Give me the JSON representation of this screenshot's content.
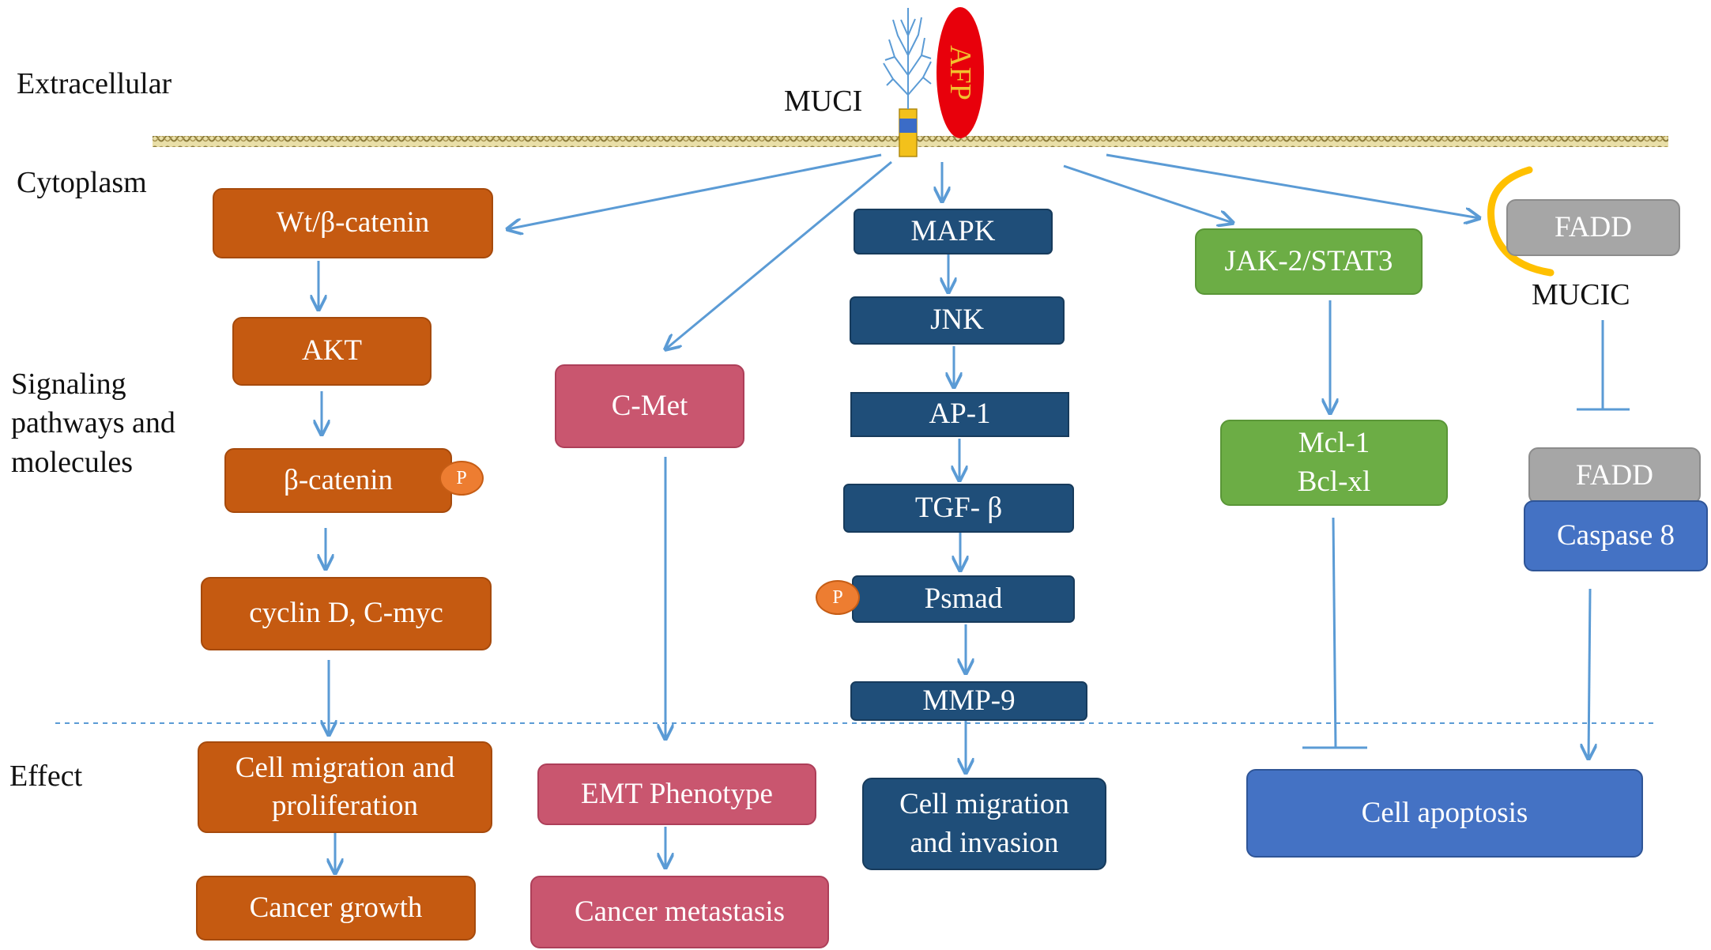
{
  "regions": {
    "extracellular": "Extracellular",
    "cytoplasm": "Cytoplasm",
    "signaling": "Signaling\npathways and\nmolecules",
    "effect": "Effect"
  },
  "receptor": {
    "muc1": "MUCI",
    "afp": "AFP"
  },
  "wnt_path": {
    "wnt": "Wt/β-catenin",
    "akt": "AKT",
    "bcatenin": "β-catenin",
    "p": "P",
    "cyclin": "cyclin D,  C-myc",
    "migration": "Cell migration and\nproliferation",
    "growth": "Cancer growth"
  },
  "cmet_path": {
    "cmet": "C-Met",
    "emt": "EMT Phenotype",
    "metastasis": "Cancer metastasis"
  },
  "mapk_path": {
    "mapk": "MAPK",
    "jnk": "JNK",
    "ap1": "AP-1",
    "tgf": "TGF- β",
    "psmad": "Psmad",
    "p": "P",
    "mmp9": "MMP-9",
    "invasion": "Cell migration\nand invasion"
  },
  "jak_path": {
    "jak": "JAK-2/STAT3",
    "mcl": "Mcl-1\nBcl-xl"
  },
  "fadd_path": {
    "fadd_top": "FADD",
    "mucic": "MUCIC",
    "fadd_bottom": "FADD",
    "caspase": "Caspase 8",
    "apoptosis": "Cell apoptosis"
  },
  "colors": {
    "orange": "#c55a11",
    "pink": "#c9566f",
    "navy": "#1f4e79",
    "green": "#6cad45",
    "gray": "#a6a6a6",
    "blue": "#4472c4",
    "arrow": "#5b9bd5",
    "membrane": "#c9b66b",
    "afp": "#e8000b",
    "mucic_arc": "#ffc000"
  }
}
